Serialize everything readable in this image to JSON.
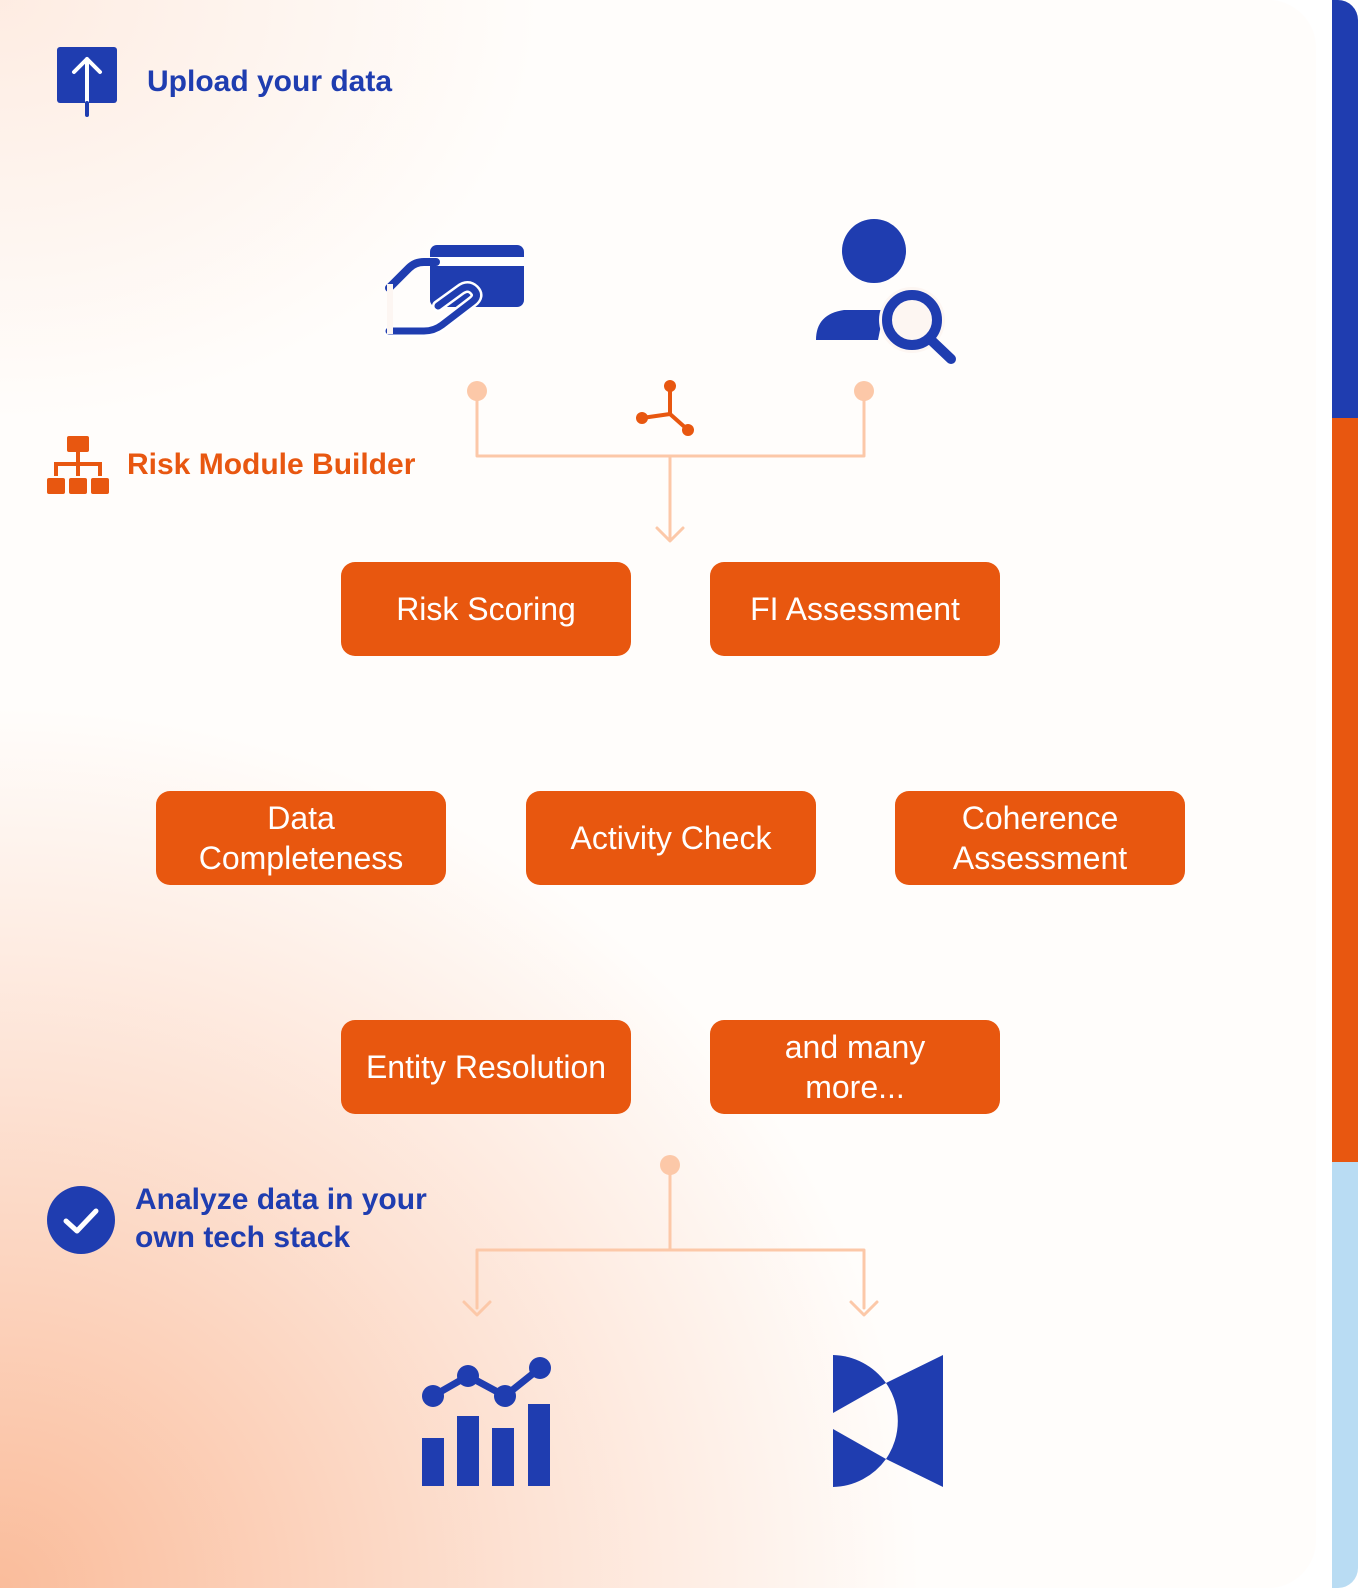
{
  "upload": {
    "label": "Upload your data",
    "icon": "upload-icon"
  },
  "inputs": {
    "icons": [
      "card-payment-icon",
      "user-search-icon"
    ],
    "connector_icon": "network-nodes-icon"
  },
  "builder": {
    "label": "Risk Module Builder",
    "icon": "sitemap-icon"
  },
  "modules": [
    {
      "label": "Risk Scoring"
    },
    {
      "label": "FI Assessment"
    },
    {
      "label": "Data Completeness"
    },
    {
      "label": "Activity Check"
    },
    {
      "label": "Coherence Assessment"
    },
    {
      "label": "Entity Resolution"
    },
    {
      "label": "and many more..."
    }
  ],
  "analyze": {
    "label_line1": "Analyze data in your",
    "label_line2": "own tech stack",
    "icon": "check-circle-icon"
  },
  "outputs": {
    "icons": [
      "analytics-chart-icon",
      "bi-tool-logo-icon"
    ]
  },
  "colors": {
    "primary_blue": "#1f3db0",
    "accent_orange": "#e85710",
    "connector_peach": "#fcc8a8",
    "light_blue": "#b9dcf3"
  }
}
